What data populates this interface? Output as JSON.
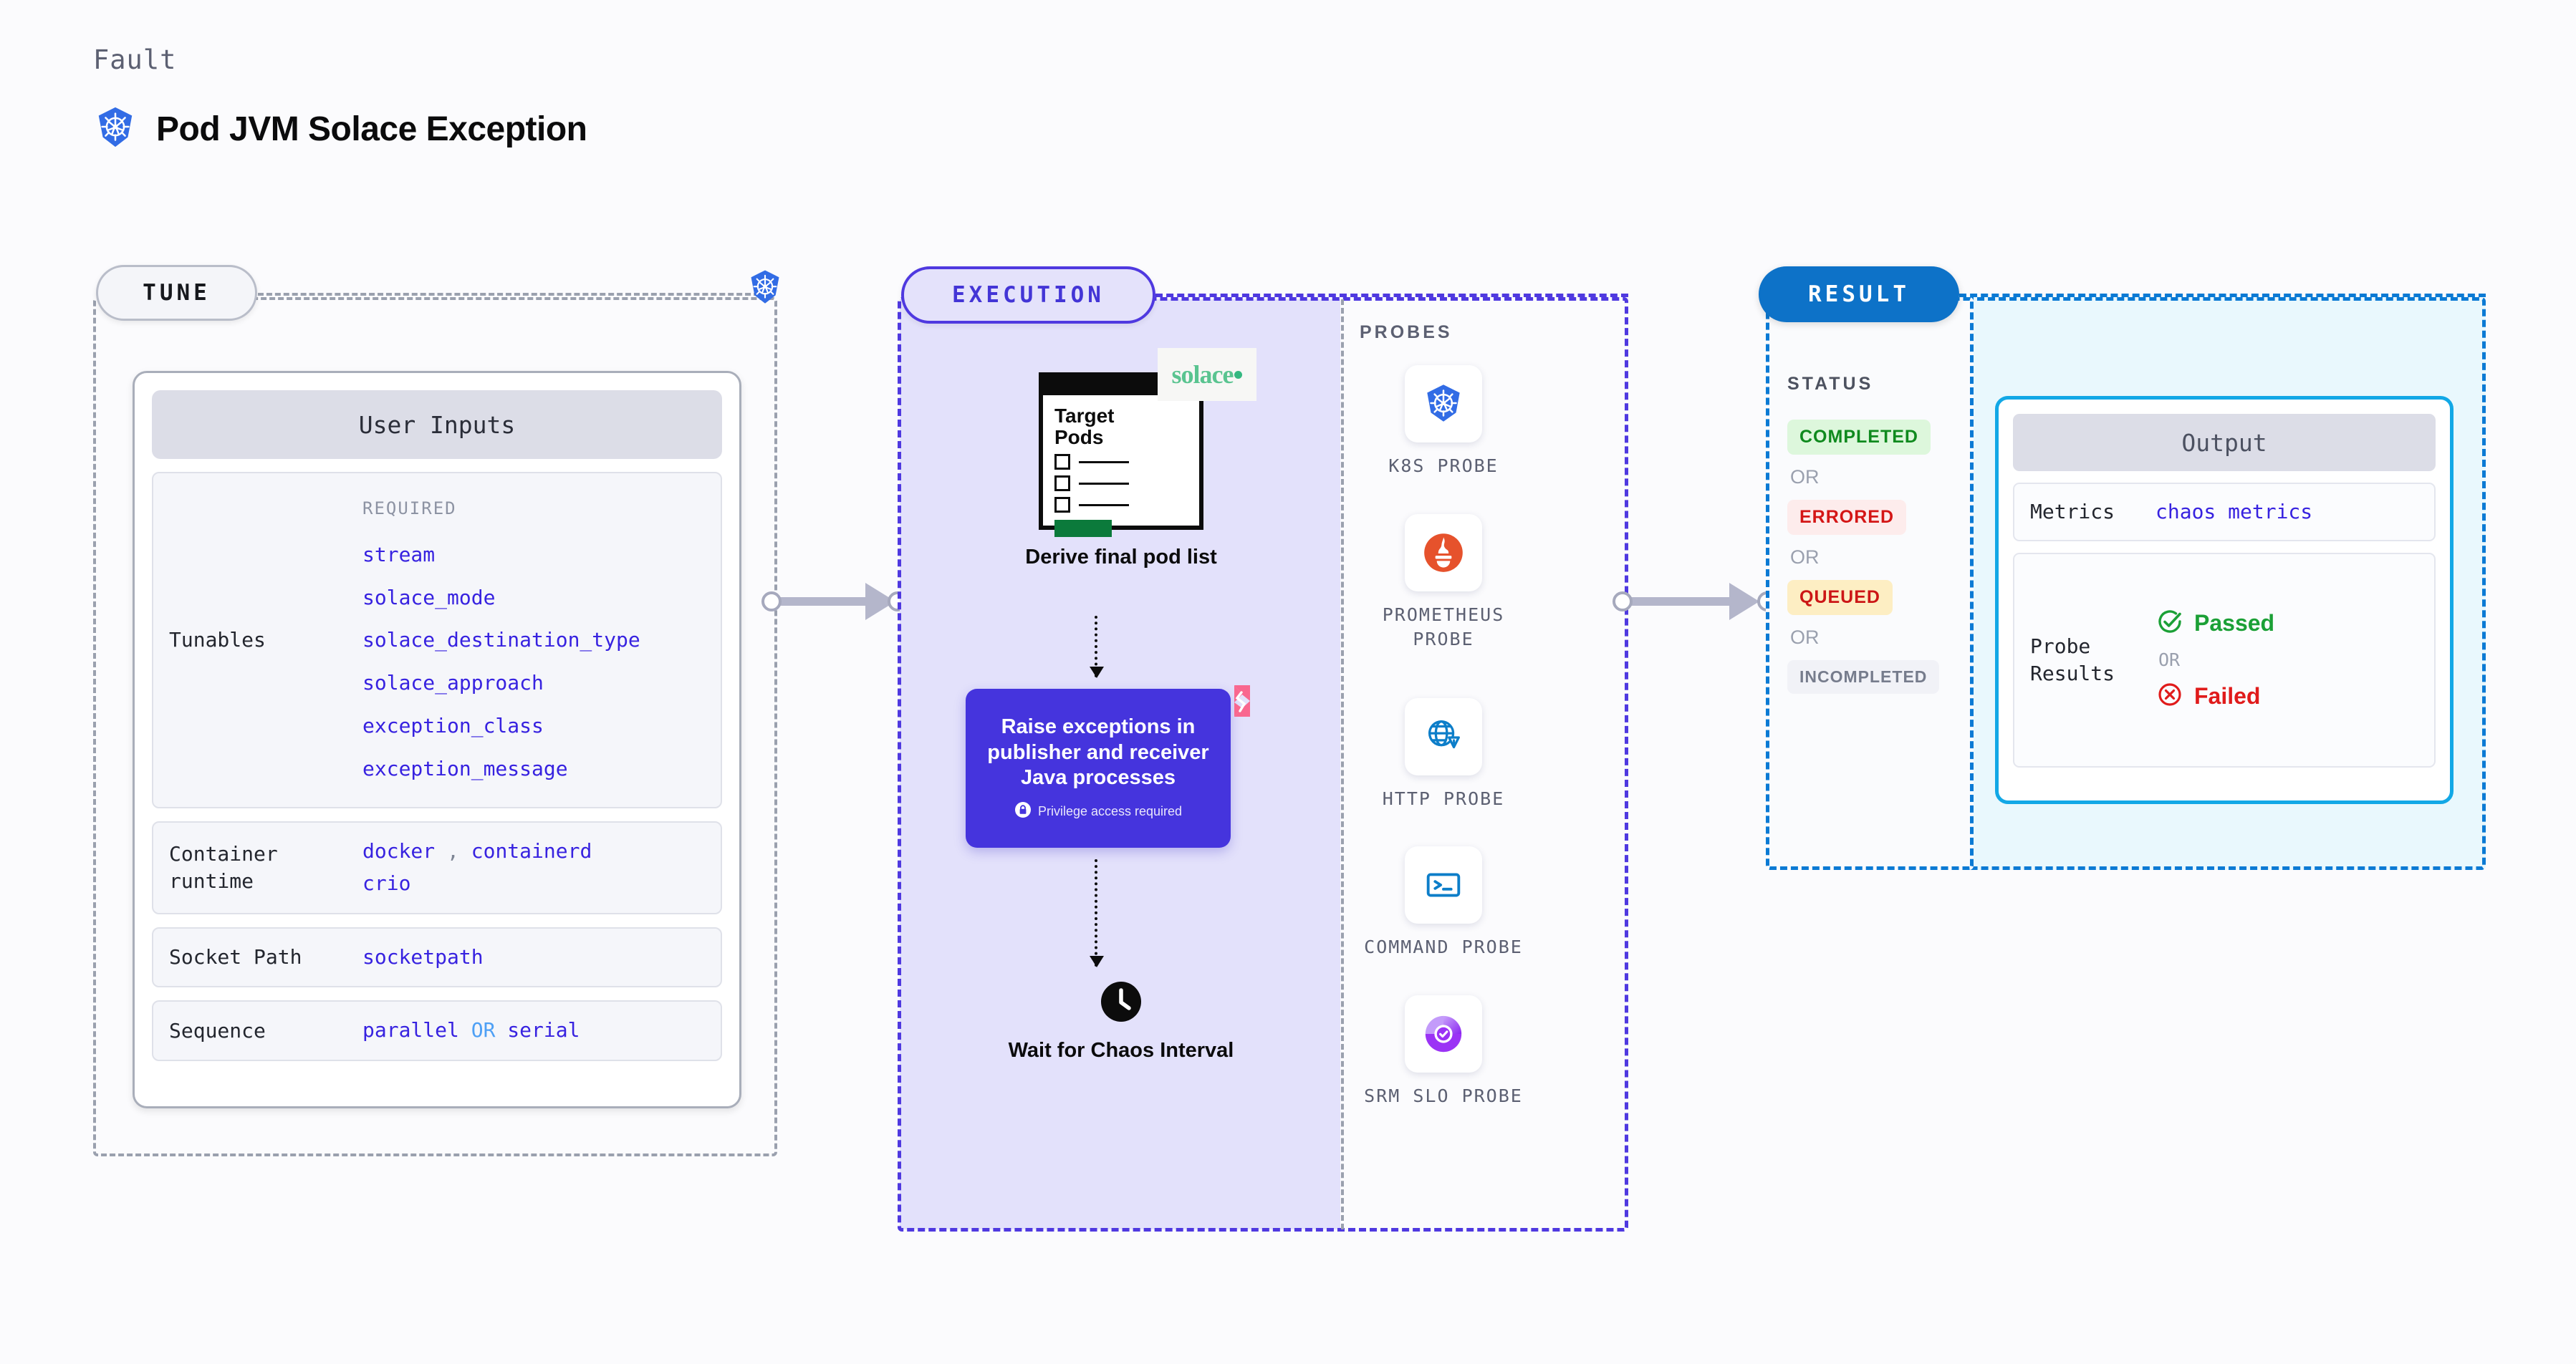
{
  "header": {
    "eyebrow": "Fault",
    "title": "Pod JVM Solace Exception",
    "icon": "kubernetes-icon"
  },
  "tune": {
    "pill_label": "TUNE",
    "edge_icon": "kubernetes-icon",
    "card_title": "User Inputs",
    "rows": [
      {
        "key": "Tunables",
        "required_label": "REQUIRED",
        "values": [
          "stream",
          "solace_mode",
          "solace_destination_type",
          "solace_approach",
          "exception_class",
          "exception_message"
        ]
      },
      {
        "key": "Container runtime",
        "values": [
          "docker",
          ",",
          "containerd",
          "crio"
        ]
      },
      {
        "key": "Socket Path",
        "values": [
          "socketpath"
        ]
      },
      {
        "key": "Sequence",
        "values": [
          "parallel",
          "OR",
          "serial"
        ]
      }
    ]
  },
  "execution": {
    "pill_label": "EXECUTION",
    "derive": {
      "card_title": "Target\nPods",
      "brand_logo": "solace",
      "caption": "Derive final pod list"
    },
    "raise": {
      "text": "Raise exceptions in publisher and receiver Java processes",
      "privilege_note": "Privilege access required",
      "privilege_icon": "lock-icon",
      "corner_logo": "litmuschaos-icon"
    },
    "wait": {
      "icon": "clock-icon",
      "caption": "Wait for Chaos Interval"
    },
    "probes_title": "PROBES",
    "probes": [
      {
        "label": "K8S PROBE",
        "icon": "kubernetes-icon"
      },
      {
        "label": "PROMETHEUS PROBE",
        "icon": "prometheus-icon"
      },
      {
        "label": "HTTP PROBE",
        "icon": "http-globe-warning-icon"
      },
      {
        "label": "COMMAND PROBE",
        "icon": "terminal-icon"
      },
      {
        "label": "SRM SLO PROBE",
        "icon": "srm-slo-icon"
      }
    ]
  },
  "result": {
    "pill_label": "RESULT",
    "status_label": "STATUS",
    "or_label": "OR",
    "statuses": [
      {
        "label": "COMPLETED",
        "color": "#0f8a1e",
        "bg": "#ddf7dc"
      },
      {
        "label": "ERRORED",
        "color": "#d41616",
        "bg": "#fdecec"
      },
      {
        "label": "QUEUED",
        "color": "#cc1616",
        "bg": "#fdeec3"
      },
      {
        "label": "INCOMPLETED",
        "color": "#767c8c",
        "bg": "#f1f2f7"
      }
    ],
    "output": {
      "header": "Output",
      "metrics_key": "Metrics",
      "metrics_value": "chaos metrics",
      "probe_results_key": "Probe Results",
      "passed_label": "Passed",
      "passed_icon": "check-circle-icon",
      "or_label": "OR",
      "failed_label": "Failed",
      "failed_icon": "x-circle-icon"
    }
  },
  "colors": {
    "accent_purple": "#4534dd",
    "accent_blue": "#0d72c8",
    "tune_gray": "#9aa0ae",
    "token_blue": "#3722e0",
    "output_cyan": "#12a8e6"
  }
}
